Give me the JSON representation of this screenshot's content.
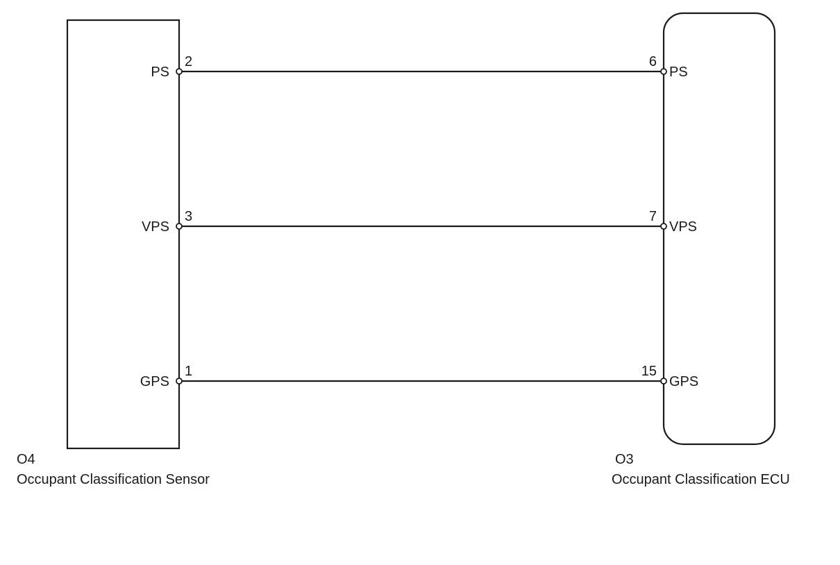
{
  "left_component": {
    "code": "O4",
    "name": "Occupant Classification Sensor"
  },
  "right_component": {
    "code": "O3",
    "name": "Occupant Classification ECU"
  },
  "connections": [
    {
      "left_pin_label": "PS",
      "left_pin_number": "2",
      "right_pin_number": "6",
      "right_pin_label": "PS"
    },
    {
      "left_pin_label": "VPS",
      "left_pin_number": "3",
      "right_pin_number": "7",
      "right_pin_label": "VPS"
    },
    {
      "left_pin_label": "GPS",
      "left_pin_number": "1",
      "right_pin_number": "15",
      "right_pin_label": "GPS"
    }
  ],
  "colors": {
    "line": "#1a1a1a",
    "background": "#ffffff"
  }
}
